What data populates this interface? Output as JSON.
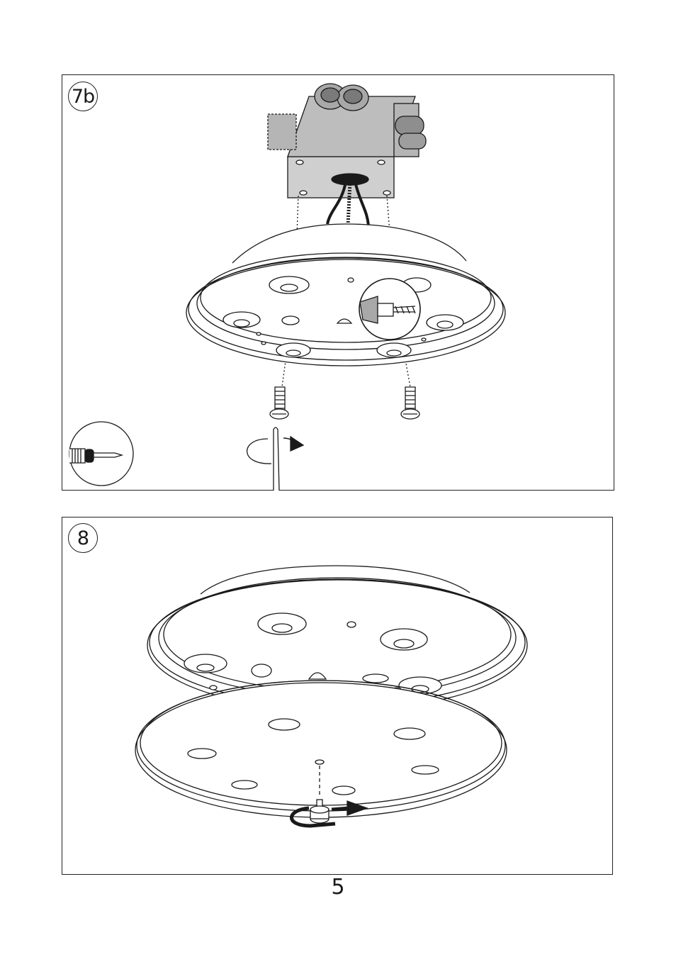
{
  "steps": {
    "step_7b": {
      "label": "7b"
    },
    "step_8": {
      "label": "8"
    }
  },
  "icons": {
    "screwdriver_tool": "screwdriver-icon",
    "rotation": "rotate-arrow-icon"
  },
  "colors": {
    "line": "#1a1a1a",
    "box_fill": "#c8c8c8",
    "box_dark": "#9a9a9a",
    "panel_border": "#222222"
  },
  "page": {
    "number": "5"
  }
}
